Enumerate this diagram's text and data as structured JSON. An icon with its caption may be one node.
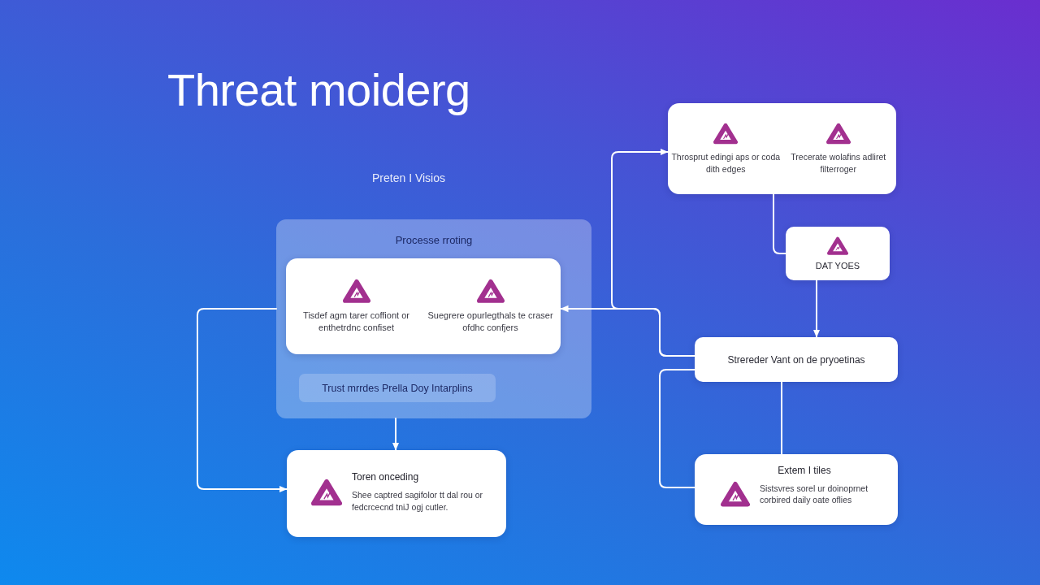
{
  "diagram": {
    "title": "Threat moiderg",
    "nodes": [
      {
        "text": [
          "Processe rroting"
        ]
      },
      {
        "text": [
          "Tisdef agm tarer coffiont or enthetrdnc confiset",
          "Suegrere opurlegthals te craser ofdhc confjers"
        ],
        "in": 0
      },
      {
        "text": [
          "Trust mrrdes Prella Doy Intarplins"
        ],
        "in": 0
      },
      {
        "text": [
          "Toren onceding",
          "Shee captred sagifolor tt dal rou or fedcrcecnd tniJ ogj cutler."
        ]
      },
      {
        "text": [
          "Throsprut edingi aps or coda dith edges",
          "Trecerate wolafins adliret filterroger"
        ]
      },
      {
        "text": [
          "DAT YOES"
        ]
      },
      {
        "text": [
          "Strereder Vant on de pryoetinas"
        ]
      },
      {
        "text": [
          "Extem I tiles",
          "Sistsvres sorel ur doinoprnet corbired daily oate oflies"
        ]
      }
    ],
    "edges": [
      {
        "from": 0,
        "to": 3,
        "arrow": "to"
      },
      {
        "from": 0,
        "to": 3,
        "arrow": "to"
      },
      {
        "from": 6,
        "to": 1,
        "arrow": "to"
      },
      {
        "from": 6,
        "to": 4,
        "arrow": "to"
      },
      {
        "from": 4,
        "to": 5,
        "arrow": "none"
      },
      {
        "from": 5,
        "to": 6,
        "arrow": "to"
      },
      {
        "from": 6,
        "to": 7,
        "arrow": "none"
      },
      {
        "from": 6,
        "to": 7,
        "arrow": "none"
      }
    ],
    "labels": [
      "Preten I Visios"
    ]
  }
}
